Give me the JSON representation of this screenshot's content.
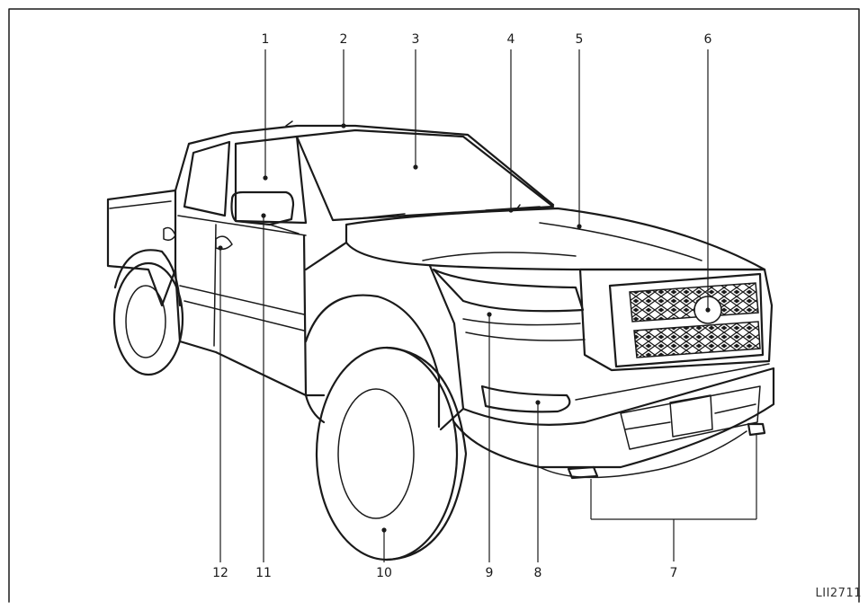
{
  "figure": {
    "code": "LII2711",
    "callouts": [
      {
        "id": "1",
        "label": "1"
      },
      {
        "id": "2",
        "label": "2"
      },
      {
        "id": "3",
        "label": "3"
      },
      {
        "id": "4",
        "label": "4"
      },
      {
        "id": "5",
        "label": "5"
      },
      {
        "id": "6",
        "label": "6"
      },
      {
        "id": "7",
        "label": "7"
      },
      {
        "id": "8",
        "label": "8"
      },
      {
        "id": "9",
        "label": "9"
      },
      {
        "id": "10",
        "label": "10"
      },
      {
        "id": "11",
        "label": "11"
      },
      {
        "id": "12",
        "label": "12"
      }
    ]
  }
}
